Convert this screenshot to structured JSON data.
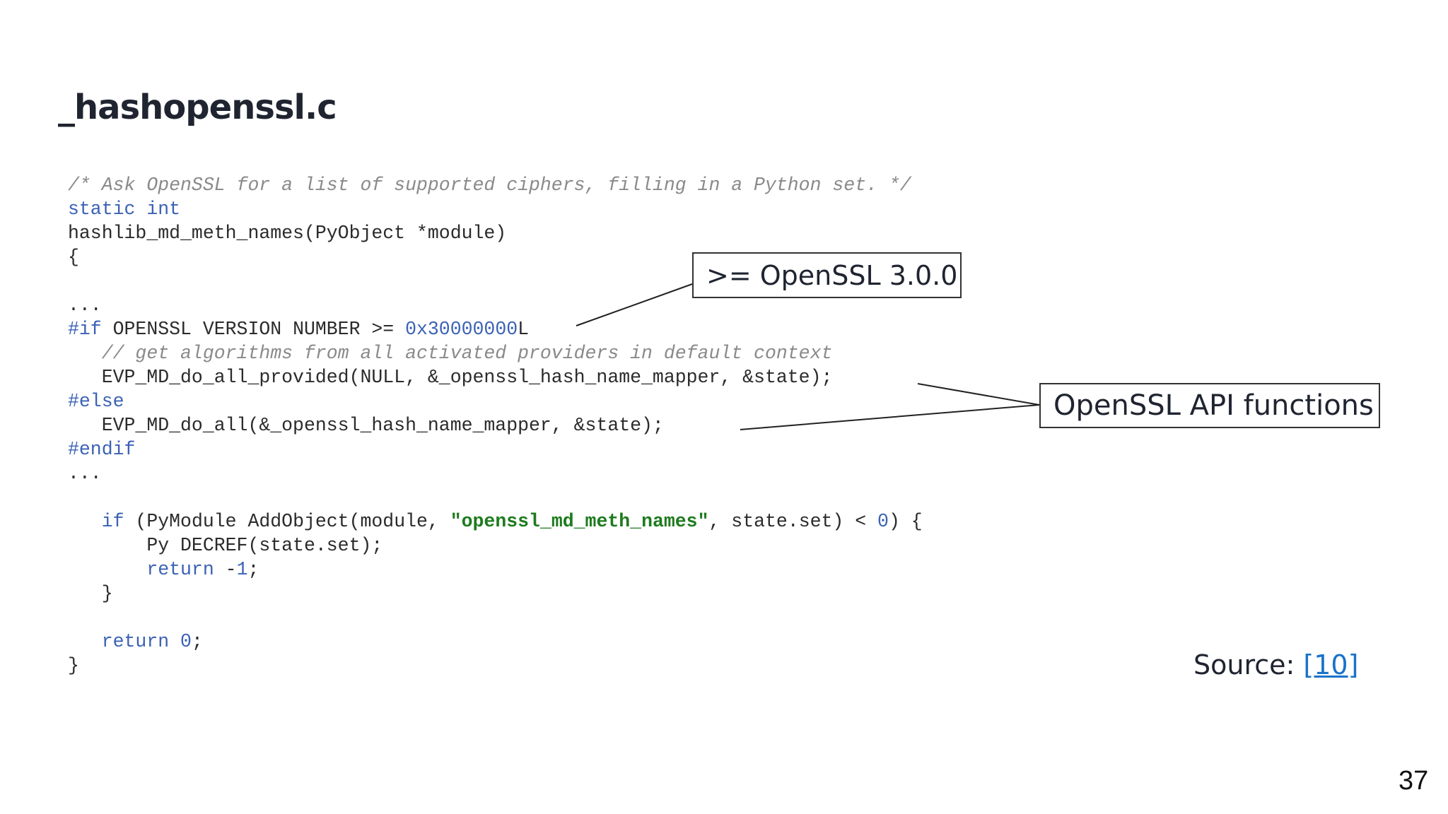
{
  "slide": {
    "title": "_hashopenssl.c",
    "code_lines": [
      [
        {
          "t": "comment",
          "s": "/* Ask OpenSSL for a list of supported ciphers, filling in a Python set. */"
        }
      ],
      [
        {
          "t": "keyword",
          "s": "static int"
        }
      ],
      [
        {
          "t": "plain",
          "s": "hashlib_md_meth_names(PyObject *module)"
        }
      ],
      [
        {
          "t": "plain",
          "s": "{"
        }
      ],
      [],
      [
        {
          "t": "plain",
          "s": "..."
        }
      ],
      [
        {
          "t": "keyword",
          "s": "#if"
        },
        {
          "t": "plain",
          "s": " OPENSSL VERSION NUMBER >= "
        },
        {
          "t": "number",
          "s": "0x30000000"
        },
        {
          "t": "plain",
          "s": "L"
        }
      ],
      [
        {
          "t": "comment",
          "s": "   // get algorithms from all activated providers in default context"
        }
      ],
      [
        {
          "t": "plain",
          "s": "   EVP_MD_do_all_provided(NULL, &_openssl_hash_name_mapper, &state);"
        }
      ],
      [
        {
          "t": "keyword",
          "s": "#else"
        }
      ],
      [
        {
          "t": "plain",
          "s": "   EVP_MD_do_all(&_openssl_hash_name_mapper, &state);"
        }
      ],
      [
        {
          "t": "keyword",
          "s": "#endif"
        }
      ],
      [
        {
          "t": "plain",
          "s": "..."
        }
      ],
      [],
      [
        {
          "t": "plain",
          "s": "   "
        },
        {
          "t": "keyword",
          "s": "if"
        },
        {
          "t": "plain",
          "s": " (PyModule AddObject(module, "
        },
        {
          "t": "string",
          "s": "\"openssl_md_meth_names\""
        },
        {
          "t": "plain",
          "s": ", state.set) < "
        },
        {
          "t": "number",
          "s": "0"
        },
        {
          "t": "plain",
          "s": ") {"
        }
      ],
      [
        {
          "t": "plain",
          "s": "       Py DECREF(state.set);"
        }
      ],
      [
        {
          "t": "plain",
          "s": "       "
        },
        {
          "t": "keyword",
          "s": "return"
        },
        {
          "t": "plain",
          "s": " -"
        },
        {
          "t": "number",
          "s": "1"
        },
        {
          "t": "plain",
          "s": ";"
        }
      ],
      [
        {
          "t": "plain",
          "s": "   }"
        }
      ],
      [],
      [
        {
          "t": "plain",
          "s": "   "
        },
        {
          "t": "keyword",
          "s": "return"
        },
        {
          "t": "plain",
          "s": " "
        },
        {
          "t": "number",
          "s": "0"
        },
        {
          "t": "plain",
          "s": ";"
        }
      ],
      [
        {
          "t": "plain",
          "s": "}"
        }
      ]
    ],
    "callouts": {
      "version": ">= OpenSSL 3.0.0",
      "api_functions": "OpenSSL API functions"
    },
    "source": {
      "label": "Source: ",
      "link_text": "[10]"
    },
    "page_number": "37"
  }
}
